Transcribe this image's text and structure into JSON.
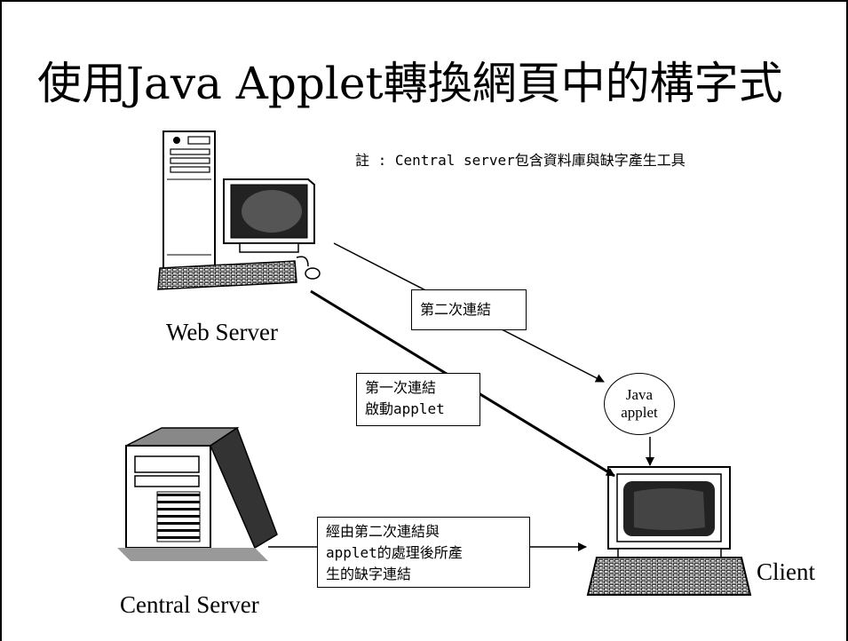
{
  "title": "使用Java Applet轉換網頁中的構字式",
  "note": "註 : Central server包含資料庫與缺字產生工具",
  "nodes": {
    "web_server": "Web Server",
    "central_server": "Central Server",
    "client": "Client",
    "java_applet": [
      "Java",
      "applet"
    ]
  },
  "edges": {
    "second_link": "第二次連結",
    "first_link": [
      "第一次連結",
      "啟動applet"
    ],
    "missing_char_link": [
      "經由第二次連結與",
      "applet的處理後所產",
      "生的缺字連結"
    ]
  }
}
